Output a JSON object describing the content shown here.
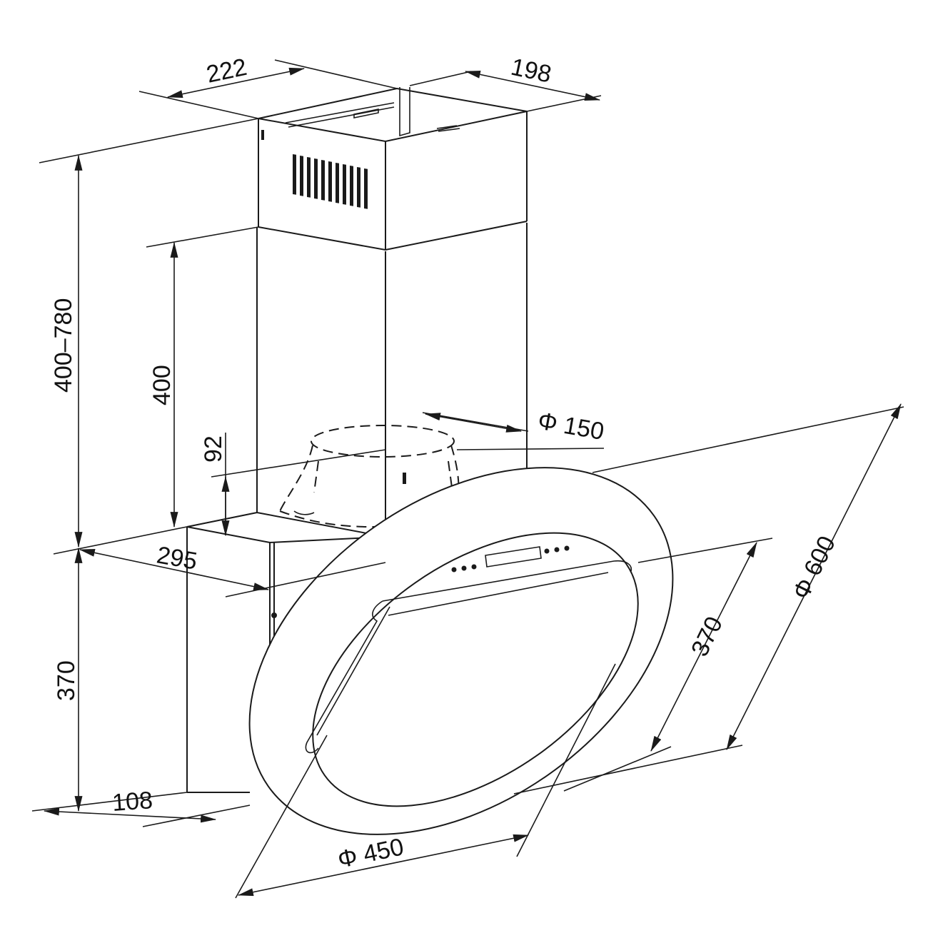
{
  "diagram": {
    "colors": {
      "line": "#1a1a1a",
      "text": "#111111",
      "background": "#ffffff"
    },
    "dimensions": {
      "top_depth": "222",
      "top_width": "198",
      "total_height": "400–780",
      "chimney_height": "400",
      "motor_offset": "92",
      "outlet_diameter": "Φ 150",
      "hood_depth": "295",
      "body_height": "370",
      "wall_depth": "108",
      "glass_height": "370",
      "glass_outer_diameter": "Φ 600",
      "glass_inner_diameter": "Φ 450"
    }
  }
}
